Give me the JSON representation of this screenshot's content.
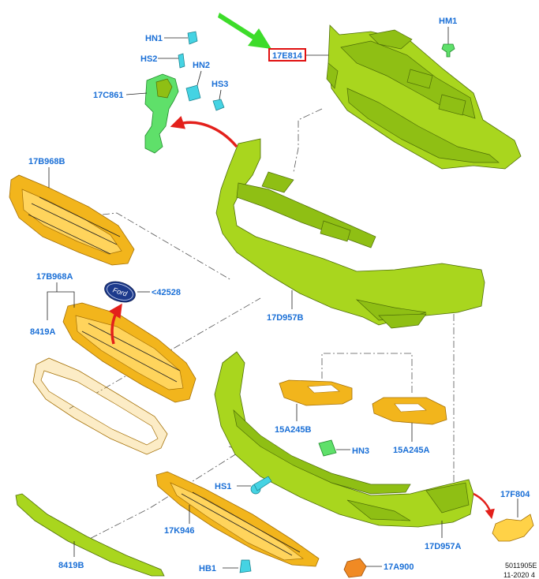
{
  "labels": {
    "hn1": "HN1",
    "hs2": "HS2",
    "hn2": "HN2",
    "hs3": "HS3",
    "c861": "17C861",
    "e814": "17E814",
    "hm1": "HM1",
    "b968b": "17B968B",
    "b968a": "17B968A",
    "emblem": "<42528",
    "a8419": "8419A",
    "d957b": "17D957B",
    "a245b": "15A245B",
    "a245a": "15A245A",
    "hn3": "HN3",
    "hs1": "HS1",
    "k946": "17K946",
    "f804": "17F804",
    "d957a": "17D957A",
    "b8419": "8419B",
    "hb1": "HB1",
    "a900": "17A900"
  },
  "emblem_text": "Ford",
  "footer": {
    "ref1": "5011905E",
    "ref2": "11-2020 4"
  },
  "colors": {
    "label_blue": "#1a6fd6",
    "highlight_red": "#e01010",
    "arrow_green": "#3ddc2a",
    "arrow_red": "#e3201b"
  }
}
